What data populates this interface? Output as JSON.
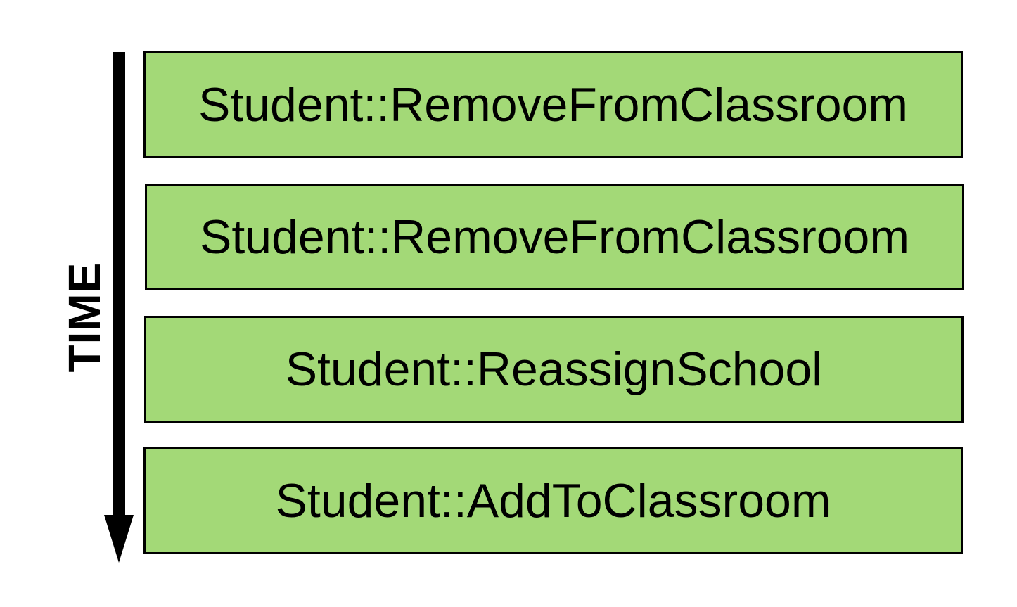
{
  "axis": {
    "label": "TIME"
  },
  "colors": {
    "box_fill": "#a3d977",
    "box_border": "#000000",
    "arrow": "#000000",
    "text": "#000000"
  },
  "events": [
    {
      "label": "Student::RemoveFromClassroom"
    },
    {
      "label": "Student::RemoveFromClassroom"
    },
    {
      "label": "Student::ReassignSchool"
    },
    {
      "label": "Student::AddToClassroom"
    }
  ]
}
